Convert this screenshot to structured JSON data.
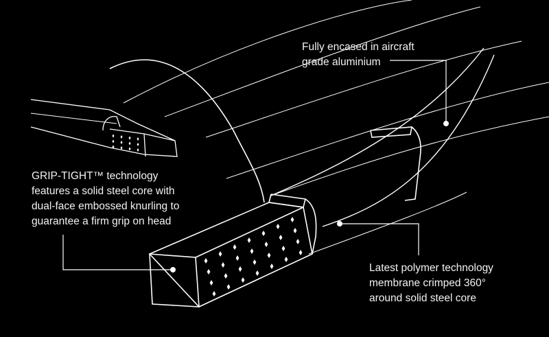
{
  "callouts": {
    "grip": {
      "lines": [
        "GRIP-TIGHT™ technology",
        "features a solid steel core with",
        "dual-face embossed knurling to",
        "guarantee a firm grip on head"
      ]
    },
    "aluminium": {
      "lines": [
        "Fully encased in aircraft",
        "grade aluminium"
      ]
    },
    "polymer": {
      "lines": [
        "Latest polymer technology",
        "membrane crimped 360°",
        "around solid steel core"
      ]
    }
  },
  "colors": {
    "background": "#000000",
    "line": "#ffffff"
  }
}
